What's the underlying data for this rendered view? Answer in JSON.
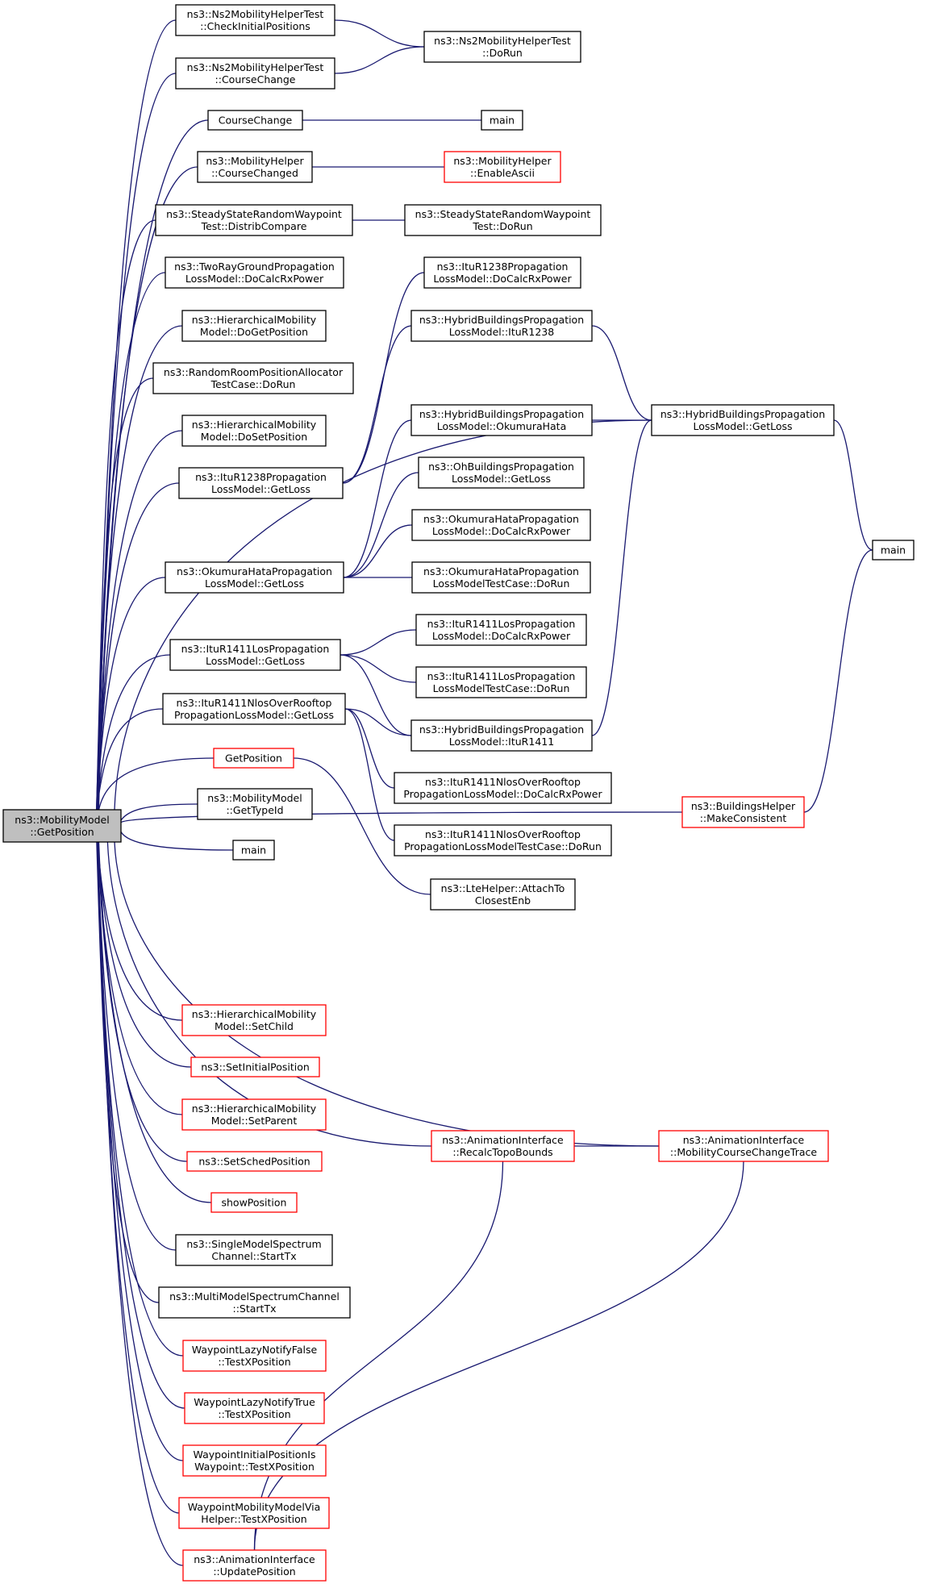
{
  "colors": {
    "edge": "#191970",
    "normal_border": "#000000",
    "truncated_border": "#ff0000",
    "root_fill": "#bfbfbf"
  },
  "nodes": {
    "root": [
      "ns3::MobilityModel",
      "::GetPosition"
    ],
    "ns2_check": [
      "ns3::Ns2MobilityHelperTest",
      "::CheckInitialPositions"
    ],
    "ns2_course": [
      "ns3::Ns2MobilityHelperTest",
      "::CourseChange"
    ],
    "ns2_dorun": [
      "ns3::Ns2MobilityHelperTest",
      "::DoRun"
    ],
    "coursechange": [
      "CourseChange"
    ],
    "main_top": [
      "main"
    ],
    "mh_coursechanged": [
      "ns3::MobilityHelper",
      "::CourseChanged"
    ],
    "mh_enableascii": [
      "ns3::MobilityHelper",
      "::EnableAscii"
    ],
    "ssrw_distrib": [
      "ns3::SteadyStateRandomWaypoint",
      "Test::DistribCompare"
    ],
    "ssrw_dorun": [
      "ns3::SteadyStateRandomWaypoint",
      "Test::DoRun"
    ],
    "tworay": [
      "ns3::TwoRayGroundPropagation",
      "LossModel::DoCalcRxPower"
    ],
    "hier_dogetpos": [
      "ns3::HierarchicalMobility",
      "Model::DoGetPosition"
    ],
    "randomroom": [
      "ns3::RandomRoomPositionAllocator",
      "TestCase::DoRun"
    ],
    "hier_dosetpos": [
      "ns3::HierarchicalMobility",
      "Model::DoSetPosition"
    ],
    "itur1238_getloss": [
      "ns3::ItuR1238Propagation",
      "LossModel::GetLoss"
    ],
    "itur1238_docalc": [
      "ns3::ItuR1238Propagation",
      "LossModel::DoCalcRxPower"
    ],
    "hybrid_itur1238": [
      "ns3::HybridBuildingsPropagation",
      "LossModel::ItuR1238"
    ],
    "hybrid_okumura": [
      "ns3::HybridBuildingsPropagation",
      "LossModel::OkumuraHata"
    ],
    "hybrid_getloss": [
      "ns3::HybridBuildingsPropagation",
      "LossModel::GetLoss"
    ],
    "ohbuildings_getloss": [
      "ns3::OhBuildingsPropagation",
      "LossModel::GetLoss"
    ],
    "okumura_docalc": [
      "ns3::OkumuraHataPropagation",
      "LossModel::DoCalcRxPower"
    ],
    "okumura_getloss": [
      "ns3::OkumuraHataPropagation",
      "LossModel::GetLoss"
    ],
    "okumura_testcase": [
      "ns3::OkumuraHataPropagation",
      "LossModelTestCase::DoRun"
    ],
    "main_right": [
      "main"
    ],
    "itur1411los_getloss": [
      "ns3::ItuR1411LosPropagation",
      "LossModel::GetLoss"
    ],
    "itur1411los_docalc": [
      "ns3::ItuR1411LosPropagation",
      "LossModel::DoCalcRxPower"
    ],
    "itur1411los_testcase": [
      "ns3::ItuR1411LosPropagation",
      "LossModelTestCase::DoRun"
    ],
    "itur1411nlos_getloss": [
      "ns3::ItuR1411NlosOverRooftop",
      "PropagationLossModel::GetLoss"
    ],
    "hybrid_itur1411": [
      "ns3::HybridBuildingsPropagation",
      "LossModel::ItuR1411"
    ],
    "getposition": [
      "GetPosition"
    ],
    "itur1411nlos_docalc": [
      "ns3::ItuR1411NlosOverRooftop",
      "PropagationLossModel::DoCalcRxPower"
    ],
    "mm_gettypeid": [
      "ns3::MobilityModel",
      "::GetTypeId"
    ],
    "buildings_makeconsistent": [
      "ns3::BuildingsHelper",
      "::MakeConsistent"
    ],
    "main_mid": [
      "main"
    ],
    "itur1411nlos_testcase": [
      "ns3::ItuR1411NlosOverRooftop",
      "PropagationLossModelTestCase::DoRun"
    ],
    "lte_attach": [
      "ns3::LteHelper::AttachTo",
      "ClosestEnb"
    ],
    "hier_setchild": [
      "ns3::HierarchicalMobility",
      "Model::SetChild"
    ],
    "setinitialposition": [
      "ns3::SetInitialPosition"
    ],
    "hier_setparent": [
      "ns3::HierarchicalMobility",
      "Model::SetParent"
    ],
    "anim_recalc": [
      "ns3::AnimationInterface",
      "::RecalcTopoBounds"
    ],
    "anim_mobility": [
      "ns3::AnimationInterface",
      "::MobilityCourseChangeTrace"
    ],
    "setschedposition": [
      "ns3::SetSchedPosition"
    ],
    "showposition": [
      "showPosition"
    ],
    "singlemodel": [
      "ns3::SingleModelSpectrum",
      "Channel::StartTx"
    ],
    "multimodel": [
      "ns3::MultiModelSpectrumChannel",
      "::StartTx"
    ],
    "wp_lazyfalse": [
      "WaypointLazyNotifyFalse",
      "::TestXPosition"
    ],
    "wp_lazytrue": [
      "WaypointLazyNotifyTrue",
      "::TestXPosition"
    ],
    "wp_initial": [
      "WaypointInitialPositionIs",
      "Waypoint::TestXPosition"
    ],
    "wp_viahelper": [
      "WaypointMobilityModelVia",
      "Helper::TestXPosition"
    ],
    "anim_update": [
      "ns3::AnimationInterface",
      "::UpdatePosition"
    ]
  }
}
